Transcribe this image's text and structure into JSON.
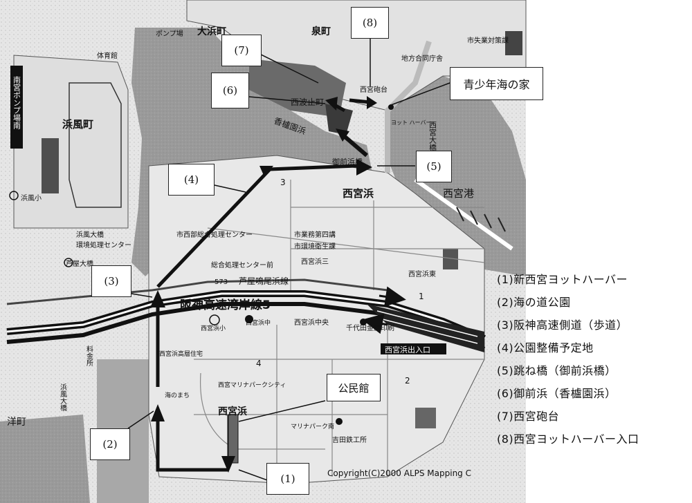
{
  "callouts": {
    "c1": "(1)",
    "c2": "(2)",
    "c3": "(3)",
    "c4": "(4)",
    "c5": "(5)",
    "c6": "(6)",
    "c7": "(7)",
    "c8": "(8)",
    "youth_house": "青少年海の家",
    "kominkan": "公民館"
  },
  "legend": [
    "(1)新西宮ヨットハーバー",
    "(2)海の道公園",
    "(3)阪神高速側道（歩道）",
    "(4)公園整備予定地",
    "(5)跳ね橋（御前浜橋）",
    "(6)御前浜（香櫨園浜）",
    "(7)西宮砲台",
    "(8)西宮ヨットハーバー入口"
  ],
  "map_labels": {
    "hamakaze": "浜風町",
    "nishinomiya_hama": "西宮浜",
    "nishinomiya_hama_2": "西宮浜",
    "nishinomiya_port": "西宮港",
    "hanshin_expressway": "阪神高速湾岸線5",
    "ashiya_route": "芦屋鳴尾浜線",
    "route_no": "573",
    "okubama": "大浜町",
    "izumi": "泉町",
    "nishiotomo": "西波止町",
    "korouen": "香櫨園浜",
    "gozenhama_bridge": "御前浜橋",
    "nishinomiya_hama_exit": "西宮浜出入口",
    "chiyoda": "千代田金属印刷",
    "yoshida": "吉田鉄工所",
    "gyomu": "市業務第四講",
    "kankyo": "市環境衛生課",
    "haikibutsu": "市西部総合処理センター",
    "sogo_center": "総合処理センター前",
    "marina_park": "西宮マリナパークシティ",
    "marina_school": "西宮浜中",
    "marina_sho": "西宮浜小",
    "umi_no_machi": "海のまち",
    "pump": "ポンプ場",
    "nango_pump": "南宮ポンプ場南",
    "kanpo": "環境処理センター",
    "hamakaze_bridge": "浜風大橋",
    "hamakaze_sho": "浜風小",
    "ashiyaohashi": "芦屋大橋",
    "yotto": "ヨット ハーバー",
    "nishinomiya_ohashi": "西宮大橋",
    "ryokinsho": "料金所",
    "yocho": "洋町",
    "hamakaze_ohashi": "浜風大橋",
    "fortress_label": "西宮砲台",
    "hotel": "地方合同庁舎",
    "fire": "市失業対策課",
    "hanshin_kosoku": "阪神高速湾岸線",
    "taiiku": "体育館",
    "seiryo": "西宮浜三",
    "marina_park2": "マリナパーク南",
    "nishinomiya_hama_mid": "西宮浜中央",
    "nishinomiya_east": "西宮浜東",
    "marina_high": "西宮浜高層住宅",
    "area_num_1": "1",
    "area_num_2": "2",
    "area_num_3": "3",
    "area_num_4": "4"
  },
  "copyright": "Copyright(C)2000 ALPS Mapping C"
}
